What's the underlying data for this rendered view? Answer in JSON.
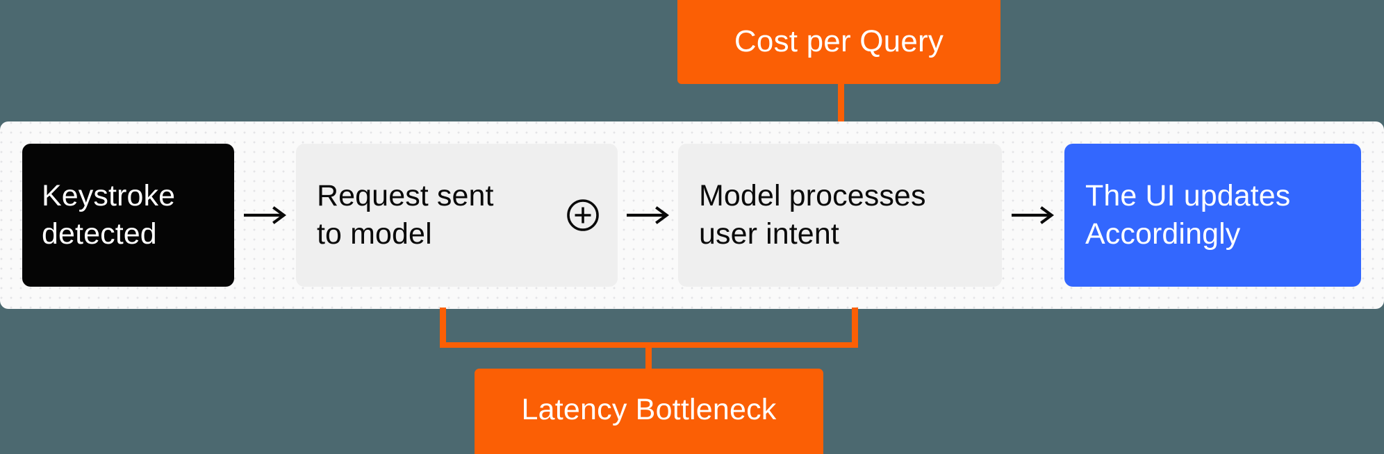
{
  "theme": {
    "background_color": "#4c6970",
    "panel_color": "#fafafa",
    "accent_orange": "#fb5f05",
    "accent_blue": "#3367fe",
    "step_dark": "#050505",
    "step_grey": "#efefef",
    "text_light": "#ffffff",
    "text_dark": "#0a0a0a"
  },
  "callouts": {
    "top": {
      "label": "Cost per Query",
      "attached_to_step": "Model processes user intent"
    },
    "bottom": {
      "label": "Latency Bottleneck",
      "spans_steps": [
        "Request sent to model",
        "Model processes user intent"
      ]
    }
  },
  "pipeline": {
    "steps": [
      {
        "id": "keystroke-detected",
        "line1": "Keystroke",
        "line2": "detected",
        "variant": "dark"
      },
      {
        "id": "request-sent-to-model",
        "line1": "Request sent",
        "line2": "to model",
        "variant": "grey",
        "badge_icon": "plus-circle-icon"
      },
      {
        "id": "model-processes-user-intent",
        "line1": "Model processes",
        "line2": "user intent",
        "variant": "grey"
      },
      {
        "id": "the-ui-updates-accordingly",
        "line1": "The UI updates",
        "line2": "Accordingly",
        "variant": "blue"
      }
    ],
    "connector_icon": "arrow-right-icon"
  }
}
